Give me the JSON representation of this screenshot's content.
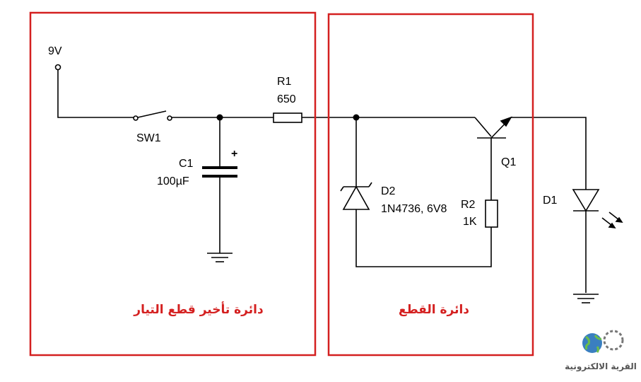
{
  "colors": {
    "wire": "#000000",
    "box_border": "#d42020",
    "box_label": "#d42020",
    "logo_globe": "#3a7fc0",
    "logo_text": "#555555"
  },
  "source": {
    "label": "9V"
  },
  "switch": {
    "label": "SW1"
  },
  "capacitor": {
    "name": "C1",
    "value": "100µF",
    "polarity": "+"
  },
  "resistor1": {
    "name": "R1",
    "value": "650"
  },
  "diode2": {
    "name": "D2",
    "value": "1N4736, 6V8"
  },
  "resistor2": {
    "name": "R2",
    "value": "1K"
  },
  "transistor": {
    "name": "Q1"
  },
  "led": {
    "name": "D1"
  },
  "boxes": {
    "left_label": "دائرة تأخير قطع التيار",
    "right_label": "دائرة القطع"
  },
  "logo": {
    "text": "القرية الالكترونية",
    "icon": "globe-gear-icon"
  }
}
